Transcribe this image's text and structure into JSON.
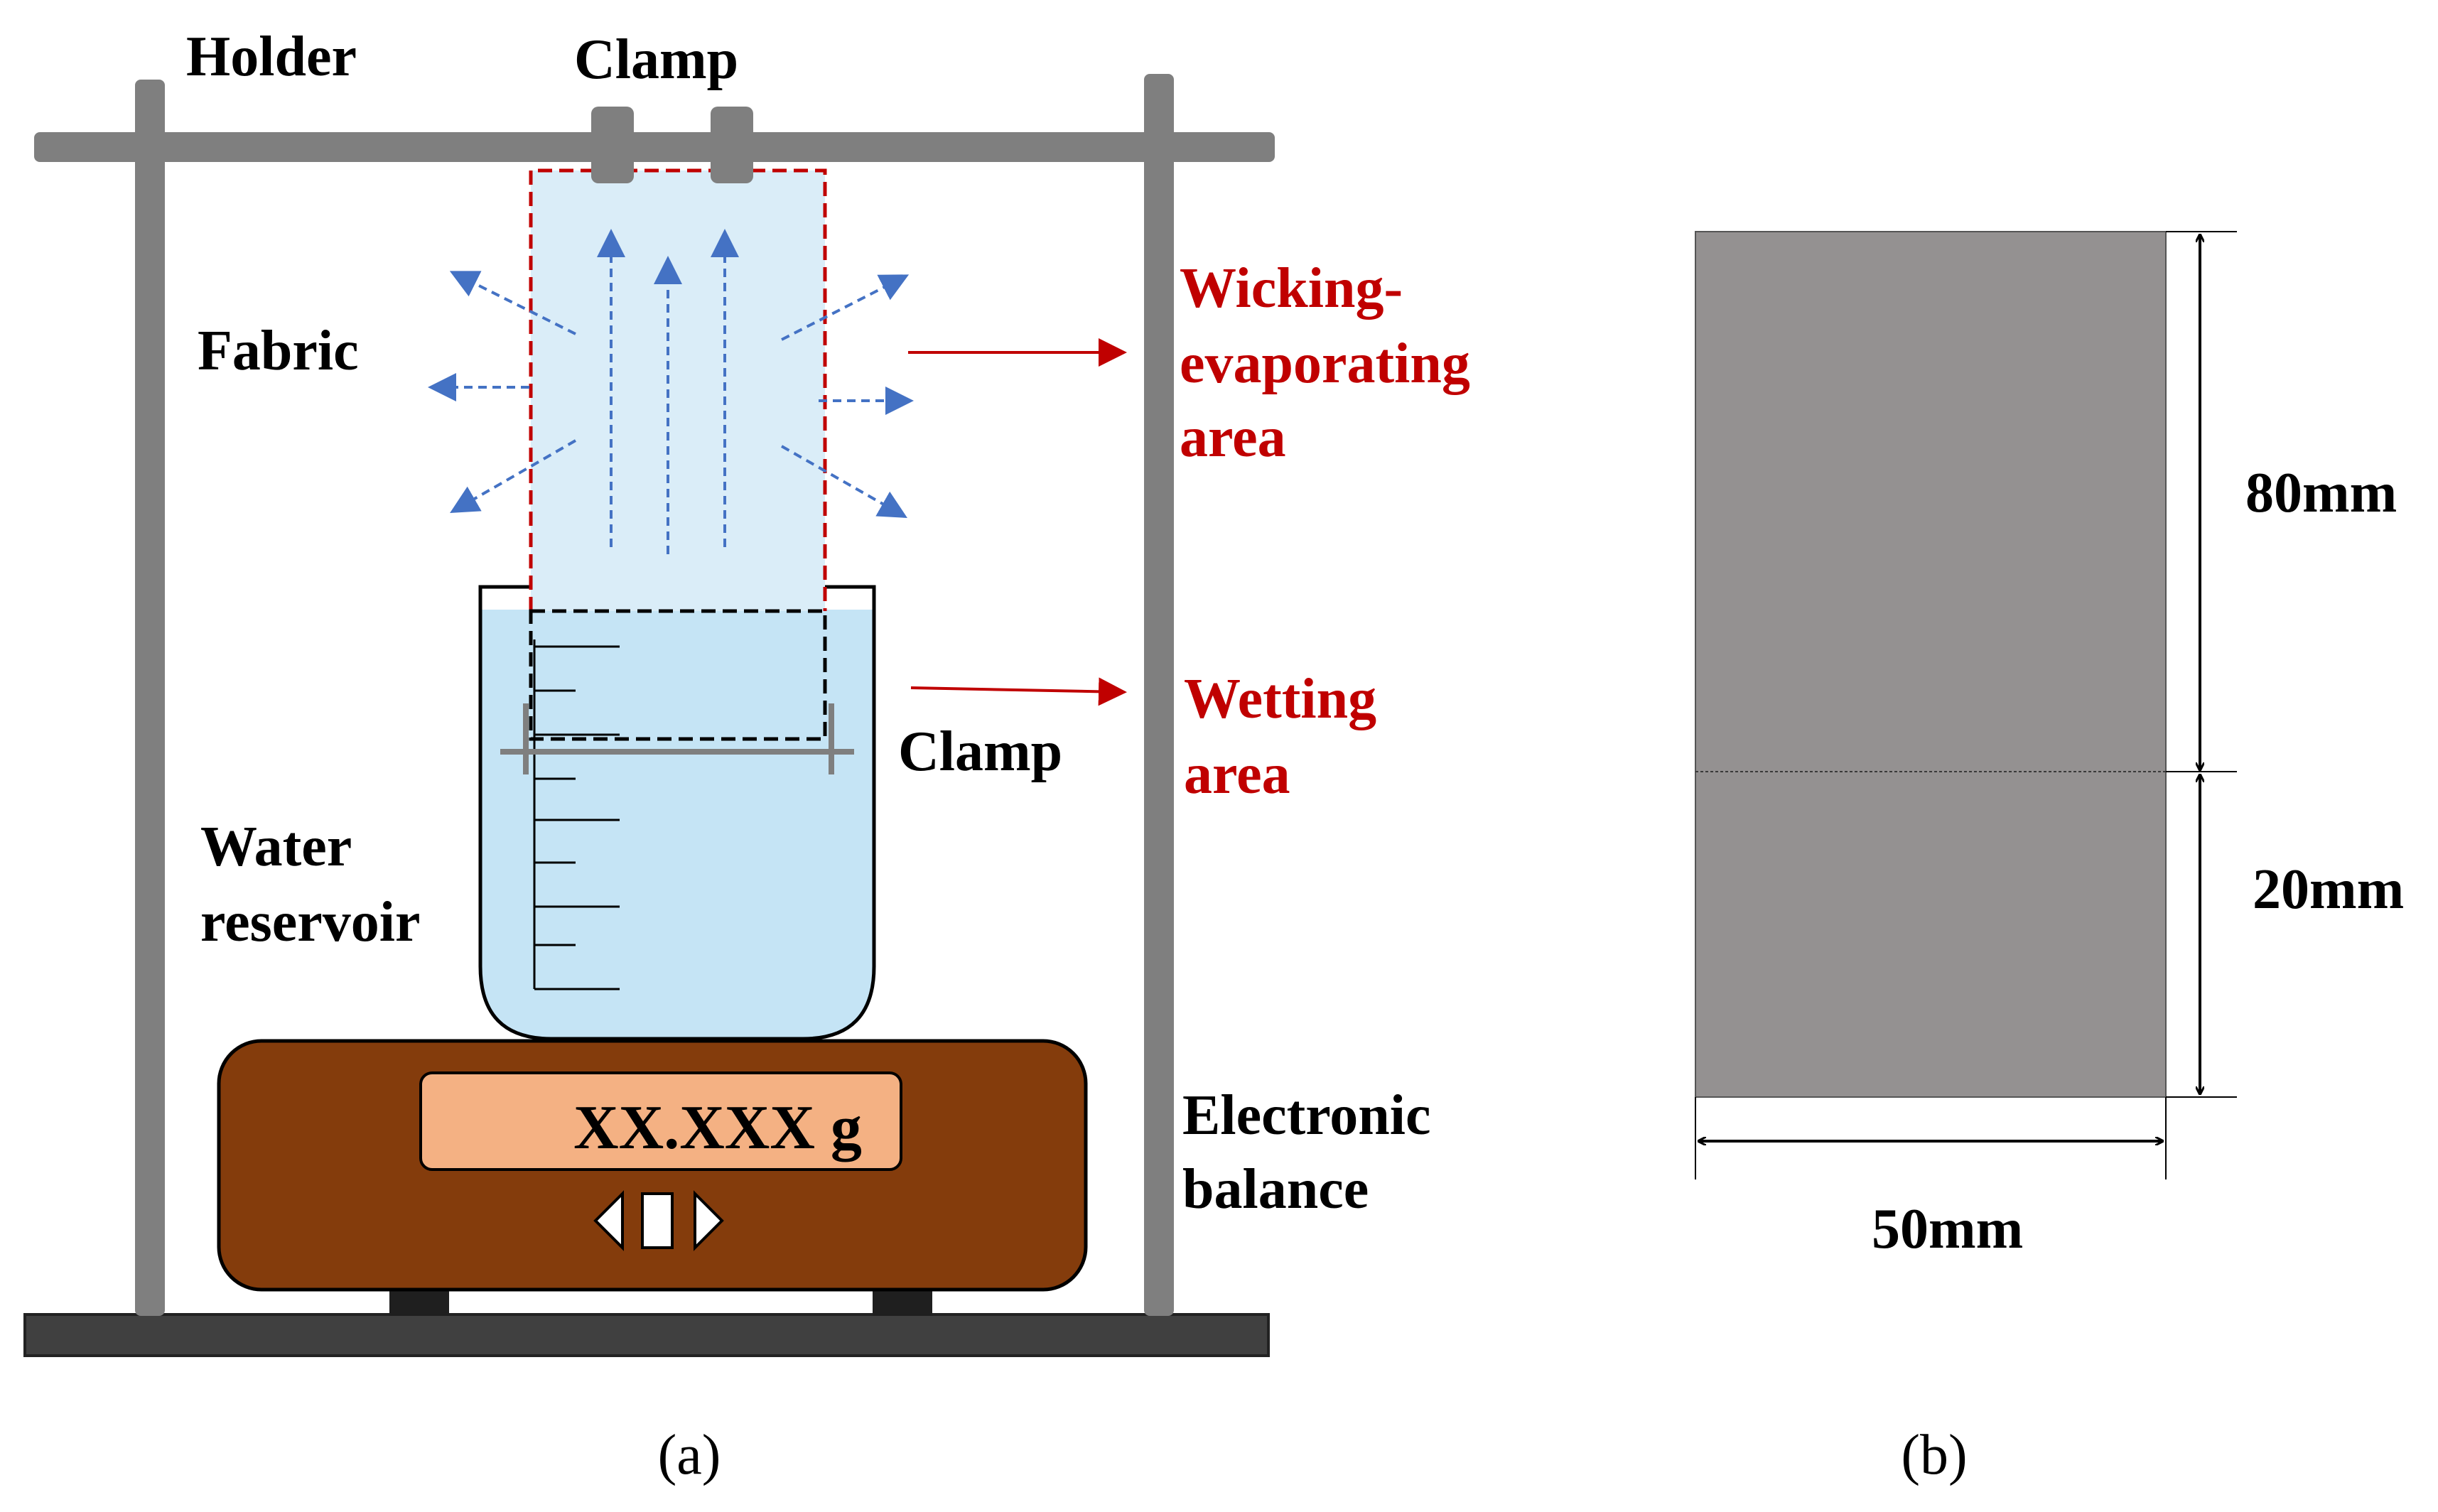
{
  "labels": {
    "holder": "Holder",
    "clamp_top": "Clamp",
    "fabric": "Fabric",
    "wicking_area_line1": "Wicking-",
    "wicking_area_line2": "evaporating",
    "wicking_area_line3": "area",
    "wetting_area_line1": "Wetting",
    "wetting_area_line2": "area",
    "clamp_side": "Clamp",
    "water_reservoir_line1": "Water",
    "water_reservoir_line2": "reservoir",
    "electronic_balance_line1": "Electronic",
    "electronic_balance_line2": "balance",
    "balance_display": "XX.XXX g"
  },
  "specimen": {
    "height_upper": "80mm",
    "height_lower": "20mm",
    "width": "50mm"
  },
  "captions": {
    "a": "(a)",
    "b": "(b)"
  },
  "colors": {
    "frame": "#7f7f7f",
    "fabric_fill": "#daedf8",
    "water_fill": "#c5e4f5",
    "arrow_blue": "#4472c4",
    "red": "#c00000",
    "balance_body": "#843c0c",
    "display_fill": "#f4b183",
    "base": "#404040",
    "specimen_fill": "#949191"
  },
  "icons": {
    "balance_controls": [
      "left-triangle-icon",
      "center-button-icon",
      "right-triangle-icon"
    ],
    "arrows": [
      "evaporation-arrow-icon",
      "wicking-arrow-icon",
      "pointer-arrow-icon",
      "dimension-arrow-icon"
    ]
  }
}
